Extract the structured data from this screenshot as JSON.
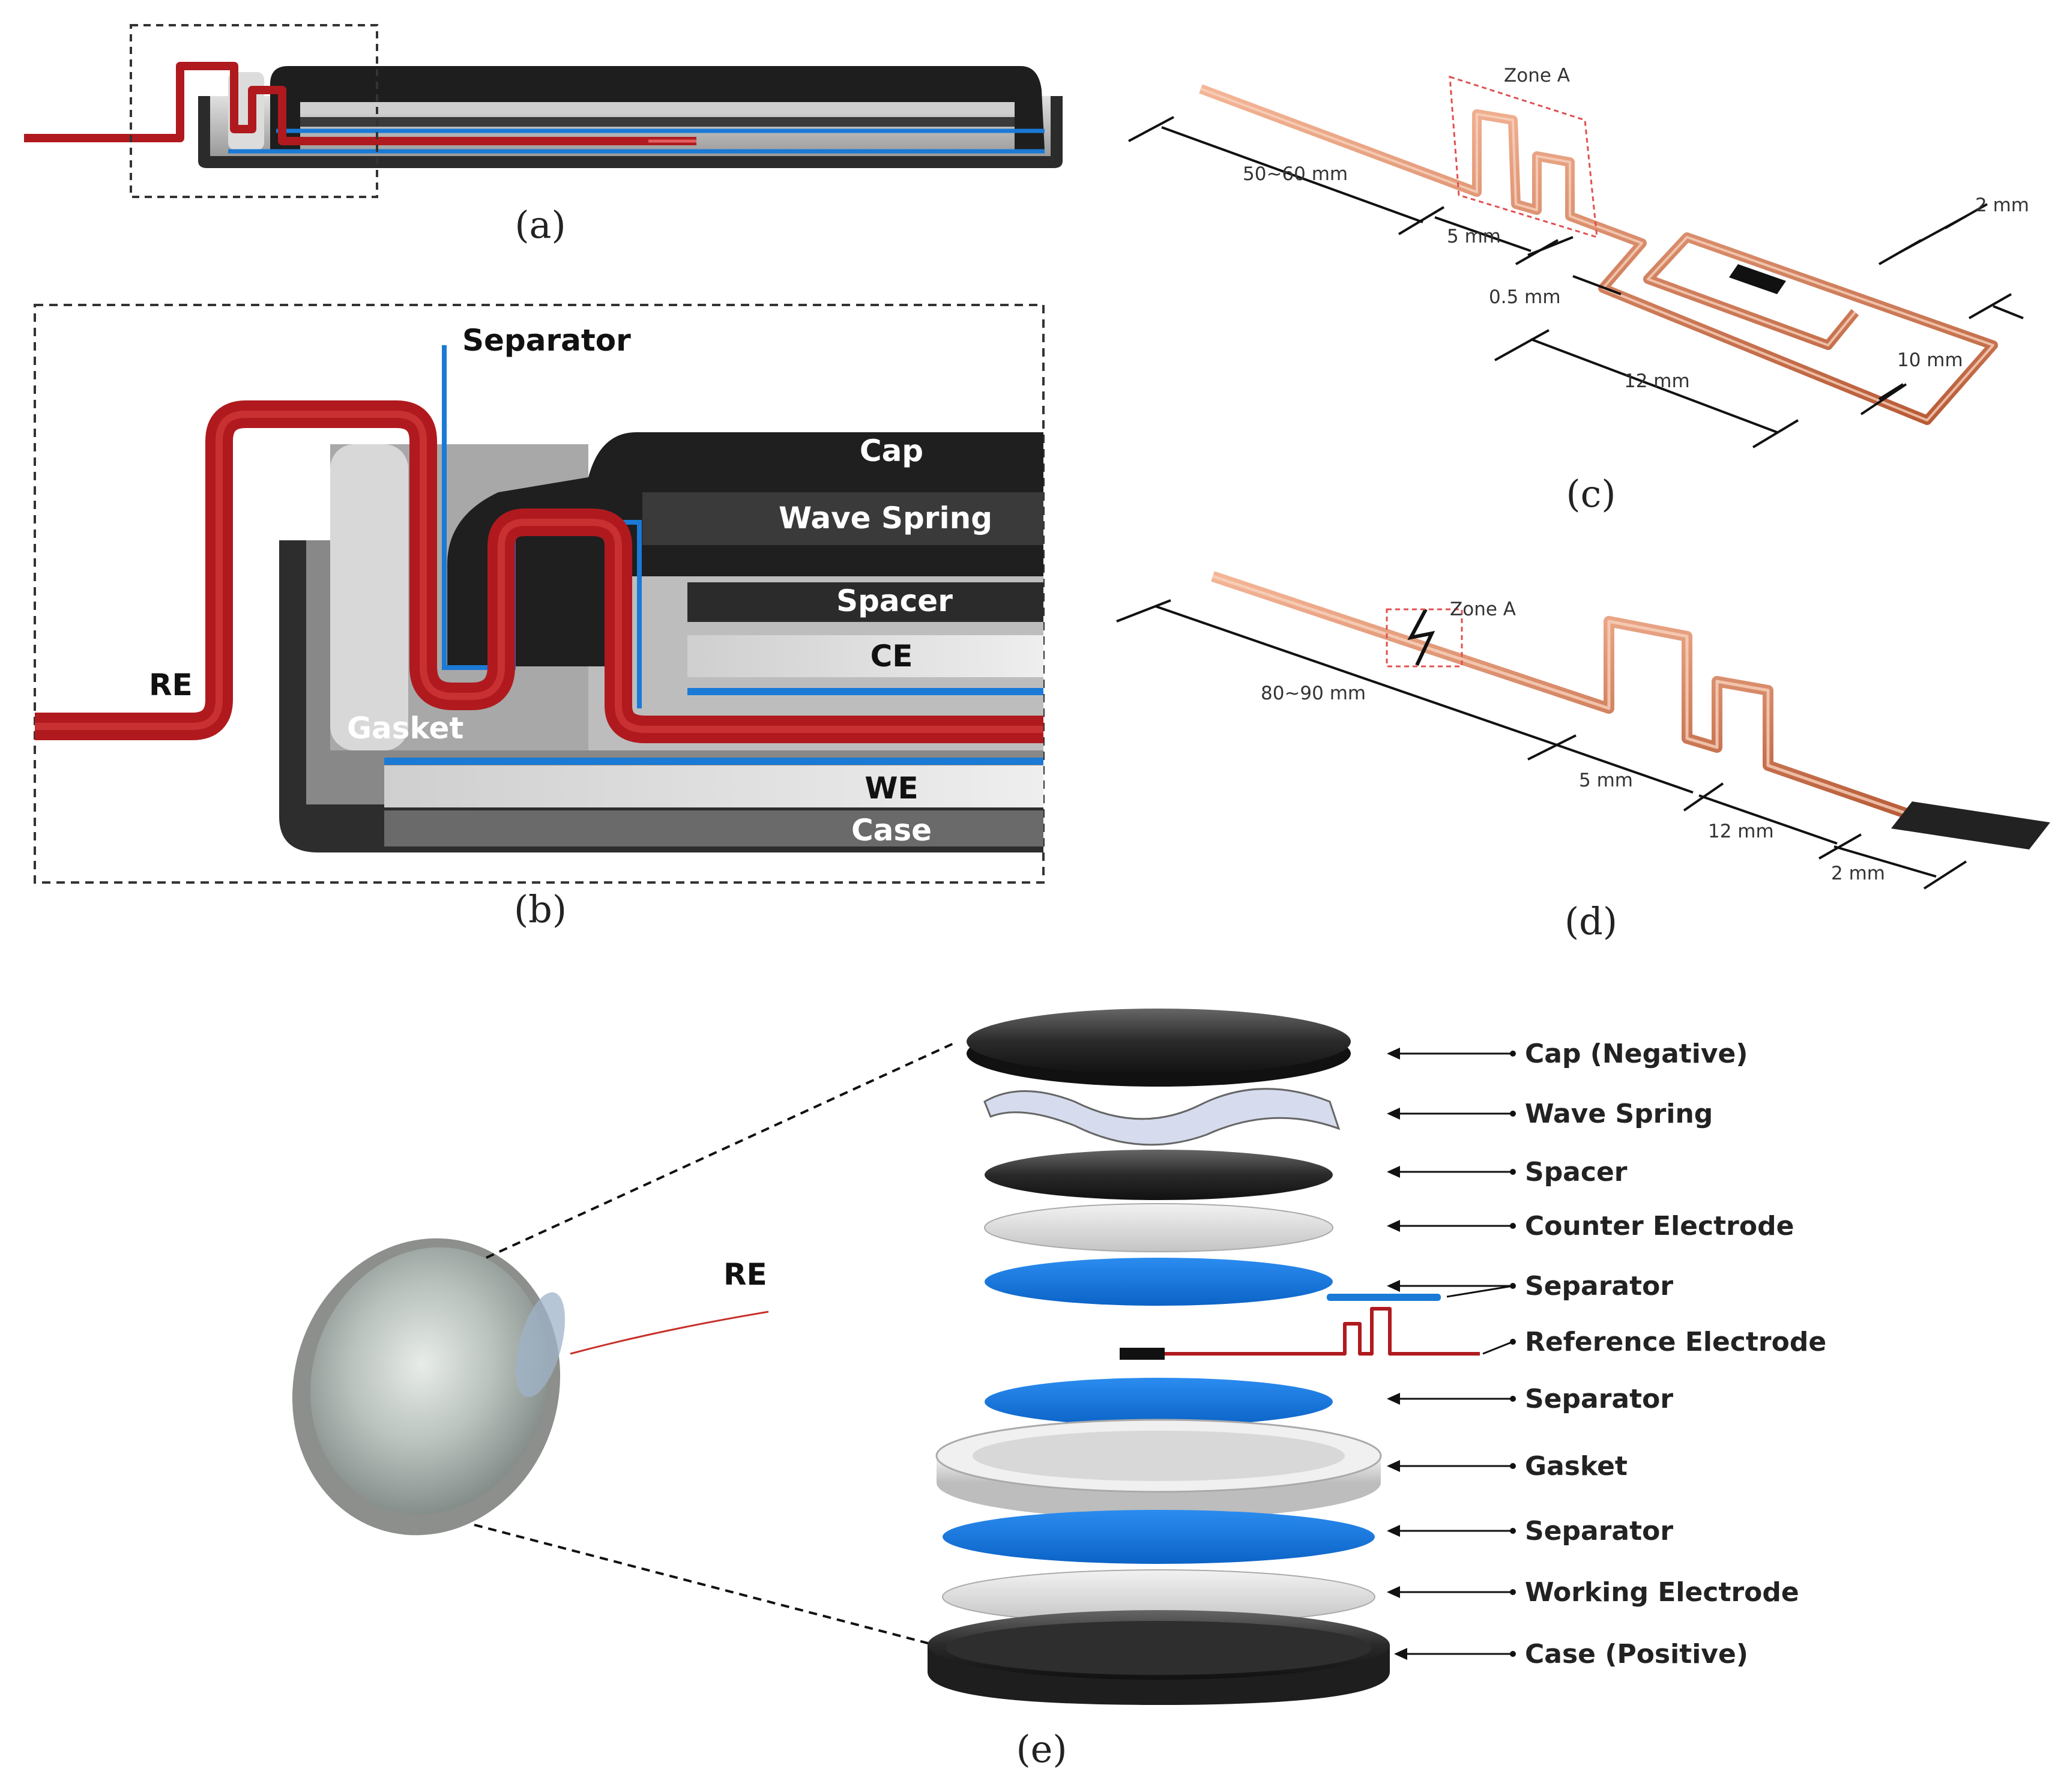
{
  "panels": {
    "a": {
      "caption": "(a)"
    },
    "b": {
      "caption": "(b)",
      "labels": {
        "separator": "Separator",
        "cap": "Cap",
        "wave_spring": "Wave Spring",
        "spacer": "Spacer",
        "ce": "CE",
        "re": "RE",
        "gasket": "Gasket",
        "we": "WE",
        "case": "Case"
      }
    },
    "c": {
      "caption": "(c)",
      "zone": "Zone A",
      "dims": {
        "d1": "50~60 mm",
        "d2": "5 mm",
        "d3": "0.5 mm",
        "d4": "12 mm",
        "d5": "10 mm",
        "d6": "2 mm"
      }
    },
    "d": {
      "caption": "(d)",
      "zone": "Zone A",
      "dims": {
        "d1": "80~90 mm",
        "d2": "5 mm",
        "d3": "12 mm",
        "d4": "2 mm"
      }
    },
    "e": {
      "caption": "(e)",
      "re_label": "RE",
      "components": [
        "Cap (Negative)",
        "Wave Spring",
        "Spacer",
        "Counter Electrode",
        "Separator",
        "Reference Electrode",
        "Separator",
        "Gasket",
        "Separator",
        "Working Electrode",
        "Case (Positive)"
      ]
    }
  },
  "colors": {
    "re_wire": "#b01a1e",
    "separator": "#1a7ad6",
    "cap_dark": "#222222",
    "copper": "#d9805a"
  }
}
